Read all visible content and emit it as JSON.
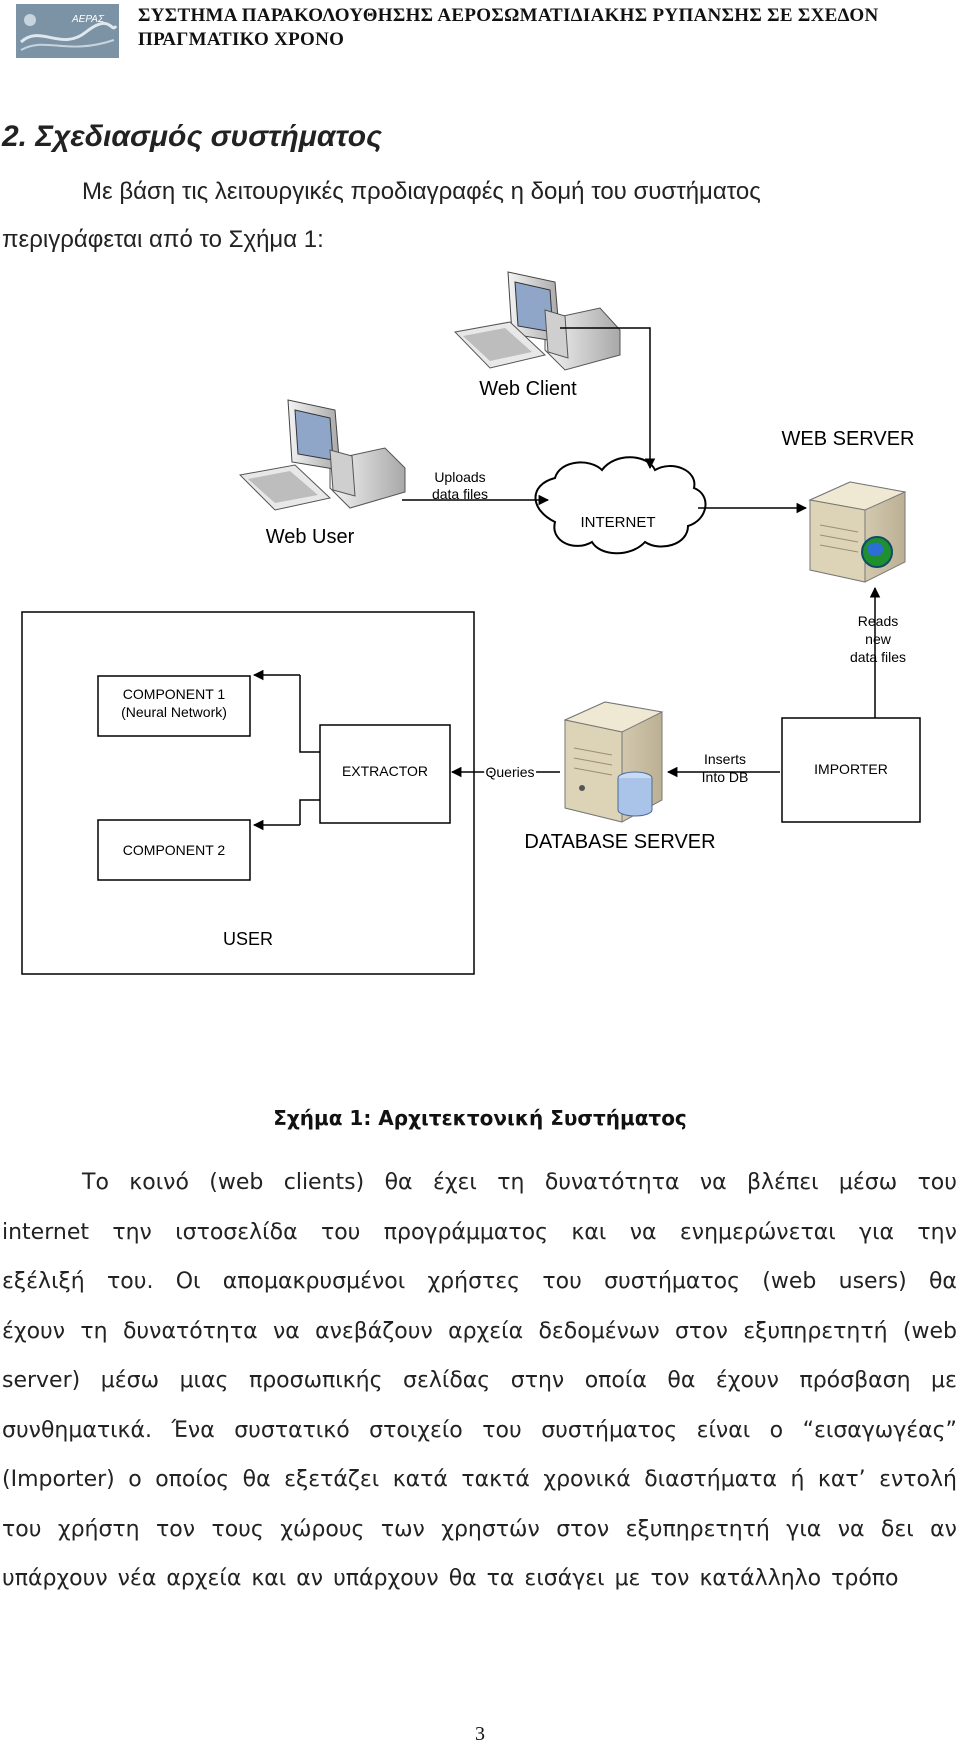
{
  "header": {
    "title_line1": "ΣΥΣΤΗΜΑ ΠΑΡΑΚΟΛΟΥΘΗΣΗΣ ΑΕΡΟΣΩΜΑΤΙΔΙΑΚΗΣ ΡΥΠΑΝΣΗΣ ΣΕ ΣΧΕΔΟΝ",
    "title_line2": "ΠΡΑΓΜΑΤΙΚΟ ΧΡΟΝΟ",
    "logo_text": "ΑΕΡΑΣ"
  },
  "section": {
    "title": "2. Σχεδιασμός συστήματος",
    "intro_line1": "Με βάση τις λειτουργικές προδιαγραφές η δομή του συστήματος",
    "intro_line2": "περιγράφεται από το Σχήμα 1:"
  },
  "diagram": {
    "web_client": "Web Client",
    "web_server": "WEB SERVER",
    "uploads_line1": "Uploads",
    "uploads_line2": "data files",
    "web_user": "Web User",
    "internet": "INTERNET",
    "reads_line1": "Reads",
    "reads_line2": "new",
    "reads_line3": "data files",
    "component1_line1": "COMPONENT 1",
    "component1_line2": "(Neural Network)",
    "extractor": "EXTRACTOR",
    "queries": "Queries",
    "inserts_line1": "Inserts",
    "inserts_line2": "Into DB",
    "importer": "IMPORTER",
    "component2": "COMPONENT 2",
    "database_server": "DATABASE SERVER",
    "user": "USER"
  },
  "caption": "Σχήμα 1: Αρχιτεκτονική Συστήματος",
  "body": {
    "lines": [
      [
        "Το",
        "κοινό",
        "(web",
        "clients)",
        "θα",
        "έχει",
        "τη",
        "δυνατότητα",
        "να",
        "βλέπει",
        "μέσω",
        "του"
      ],
      [
        "internet",
        "την",
        "ιστοσελίδα",
        "του",
        "προγράμματος",
        "και",
        "να",
        "ενημερώνεται",
        "για",
        "την"
      ],
      [
        "εξέλιξή",
        "του.",
        "Οι",
        "απομακρυσμένοι",
        "χρήστες",
        "του",
        "συστήματος",
        "(web",
        "users)",
        "θα"
      ],
      [
        "έχουν",
        "τη",
        "δυνατότητα",
        "να",
        "ανεβάζουν",
        "αρχεία",
        "δεδομένων",
        "στον",
        "εξυπηρετητή",
        "(web"
      ],
      [
        "server)",
        "μέσω",
        "μιας",
        "προσωπικής",
        "σελίδας",
        "στην",
        "οποία",
        "θα",
        "έχουν",
        "πρόσβαση",
        "με"
      ],
      [
        "συνθηματικά.",
        "Ένα",
        "συστατικό",
        "στοιχείο",
        "του",
        "συστήματος",
        "είναι",
        "ο",
        "“εισαγωγέας”"
      ],
      [
        "(Importer)",
        "ο",
        "οποίος",
        "θα",
        "εξετάζει",
        "κατά",
        "τακτά",
        "χρονικά",
        "διαστήματα",
        "ή",
        "κατ’",
        "εντολή"
      ],
      [
        "του",
        "χρήστη",
        "τον",
        "τους",
        "χώρους",
        "των",
        "χρηστών",
        "στον",
        "εξυπηρετητή",
        "για",
        "να",
        "δει",
        "αν"
      ],
      [
        "υπάρχουν",
        "νέα",
        "αρχεία",
        "και",
        "αν",
        "υπάρχουν",
        "θα",
        "τα",
        "εισάγει",
        "με",
        "τον",
        "κατάλληλο",
        "τρόπο"
      ]
    ]
  },
  "page_number": "3",
  "colors": {
    "line": "#000000",
    "arrow_fill": "#000000",
    "server_body": "#d8cfb4",
    "monitor_screen": "#9fb4d8",
    "db_cylinder": "#a9c4e8",
    "globe": "#1f8f2f"
  }
}
